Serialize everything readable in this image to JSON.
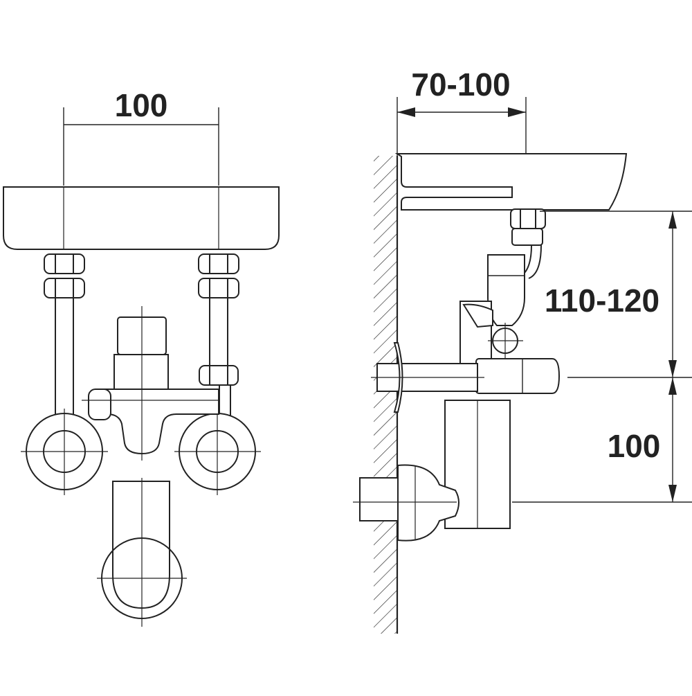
{
  "front_view": {
    "width_label": "100"
  },
  "side_view": {
    "depth_label": "70-100",
    "height_label": "110-120",
    "lower_height_label": "100"
  },
  "colors": {
    "line": "#222222",
    "background": "#ffffff"
  }
}
